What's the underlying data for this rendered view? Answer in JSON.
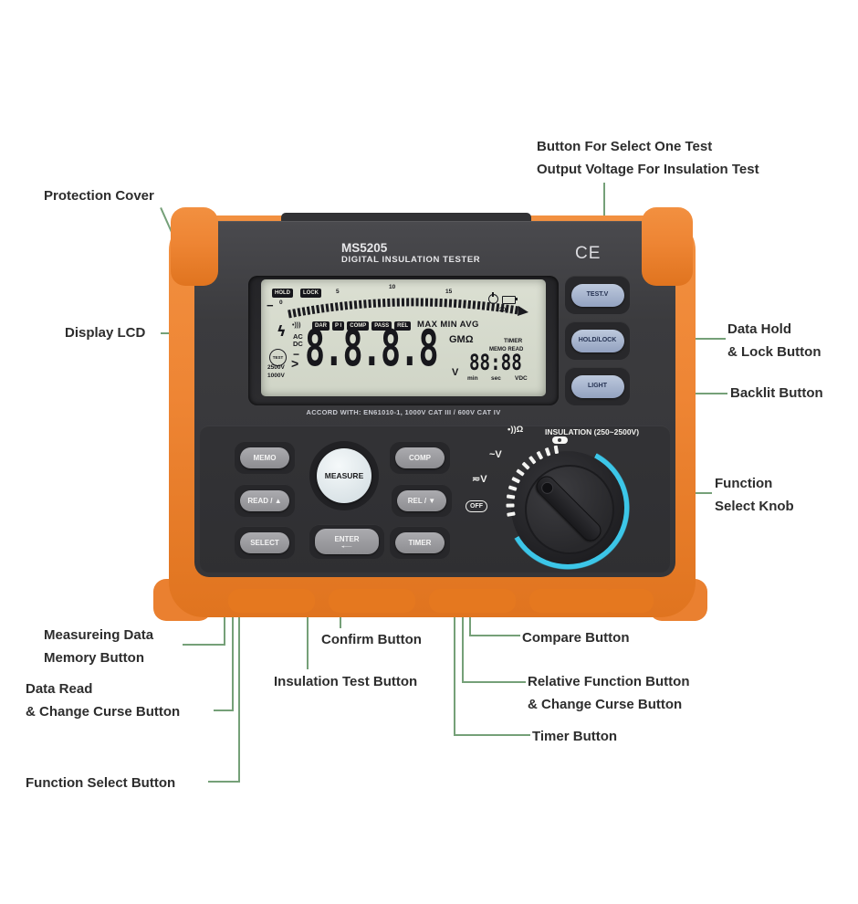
{
  "colors": {
    "leader_line": "#75a078",
    "label_ink": "#2d2d2d",
    "cover_orange": "#ee8534",
    "body_dark": "#3a3a3d",
    "lcd_bg": "#d0d5c7",
    "cyan_arc": "#3cc6e8",
    "side_pill": "#93a2c0",
    "key_pill": "#8d8d91"
  },
  "annotations": {
    "test_voltage": "Button For Select One Test\nOutput Voltage For Insulation Test",
    "protection_cover": "Protection Cover",
    "display_lcd": "Display LCD",
    "data_hold": "Data Hold\n& Lock Button",
    "backlit": "Backlit Button",
    "function_knob": "Function\nSelect Knob",
    "memory": "Measureing Data\nMemory Button",
    "data_read": "Data Read\n& Change Curse Button",
    "function_select": "Function Select Button",
    "confirm": "Confirm Button",
    "insulation_test": "Insulation Test Button",
    "compare": "Compare Button",
    "relative": "Relative Function Button\n& Change Curse Button",
    "timer": "Timer Button"
  },
  "device": {
    "model": "MS5205",
    "title": "DIGITAL INSULATION TESTER",
    "ce_mark": "CE",
    "accord": "ACCORD WITH: EN61010-1, 1000V CAT III / 600V CAT IV",
    "side_buttons": [
      "TEST.V",
      "HOLD/LOCK",
      "LIGHT"
    ],
    "keypad": {
      "memo": "MEMO",
      "comp": "COMP",
      "measure": "MEASURE",
      "read": "READ / ▲",
      "rel": "REL / ▼",
      "select": "SELECT",
      "enter": "ENTER",
      "enter_arrow": "←",
      "timer": "TIMER"
    },
    "knob": {
      "off": "OFF",
      "dcv": "≂V",
      "acv": "~V",
      "continuity": "•))Ω",
      "insulation": "INSULATION (250~2500V)"
    },
    "lcd": {
      "hold": "HOLD",
      "lock": "LOCK",
      "scale_ticks": [
        "0",
        "5",
        "10",
        "15",
        "20"
      ],
      "minus_scale": "−",
      "speaker": "•)))",
      "badges": [
        "DAR",
        "P I",
        "COMP",
        "PASS",
        "REL"
      ],
      "maxminavg": "MAX MIN AVG",
      "bolt": "ϟ",
      "ac": "AC",
      "dc": "DC",
      "test": "TEST",
      "minus": "−",
      "gt": ">",
      "v2500": "2500V",
      "v1000": "1000V",
      "digits": "8.8.8.8",
      "unit_gmo": "GMΩ",
      "unit_v": "V",
      "timer_label": "TIMER",
      "memo_read": "MEMO READ",
      "time_digits": "88:88",
      "min": "min",
      "sec": "sec",
      "vdc": "VDC"
    }
  }
}
